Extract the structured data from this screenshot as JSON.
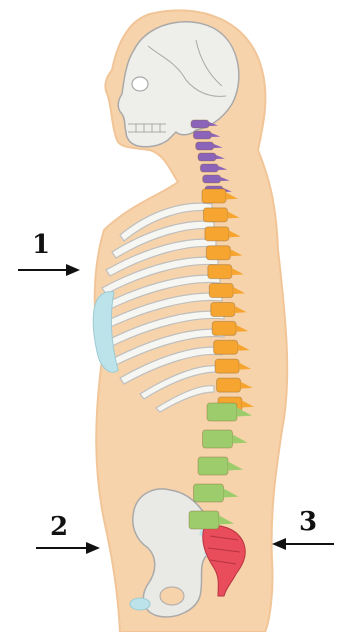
{
  "figure": {
    "labels": [
      {
        "id": "1",
        "text": "1"
      },
      {
        "id": "2",
        "text": "2"
      },
      {
        "id": "3",
        "text": "3"
      }
    ]
  },
  "colors": {
    "body": "#f7d3ab",
    "body_outline": "#f1c598",
    "skull": "#eeeeea",
    "bone_outline": "#a9a9a9",
    "ribs": "#f6f6f2",
    "cartilage": "#bde3ea",
    "cervical": "#8b63b9",
    "thoracic": "#f5a530",
    "lumbar": "#9ccc6b",
    "sacrum": "#e94d5c",
    "pelvis": "#e9e9e6",
    "arrow": "#111111"
  },
  "icons": [
    "arrow-right-icon",
    "arrow-left-icon"
  ]
}
